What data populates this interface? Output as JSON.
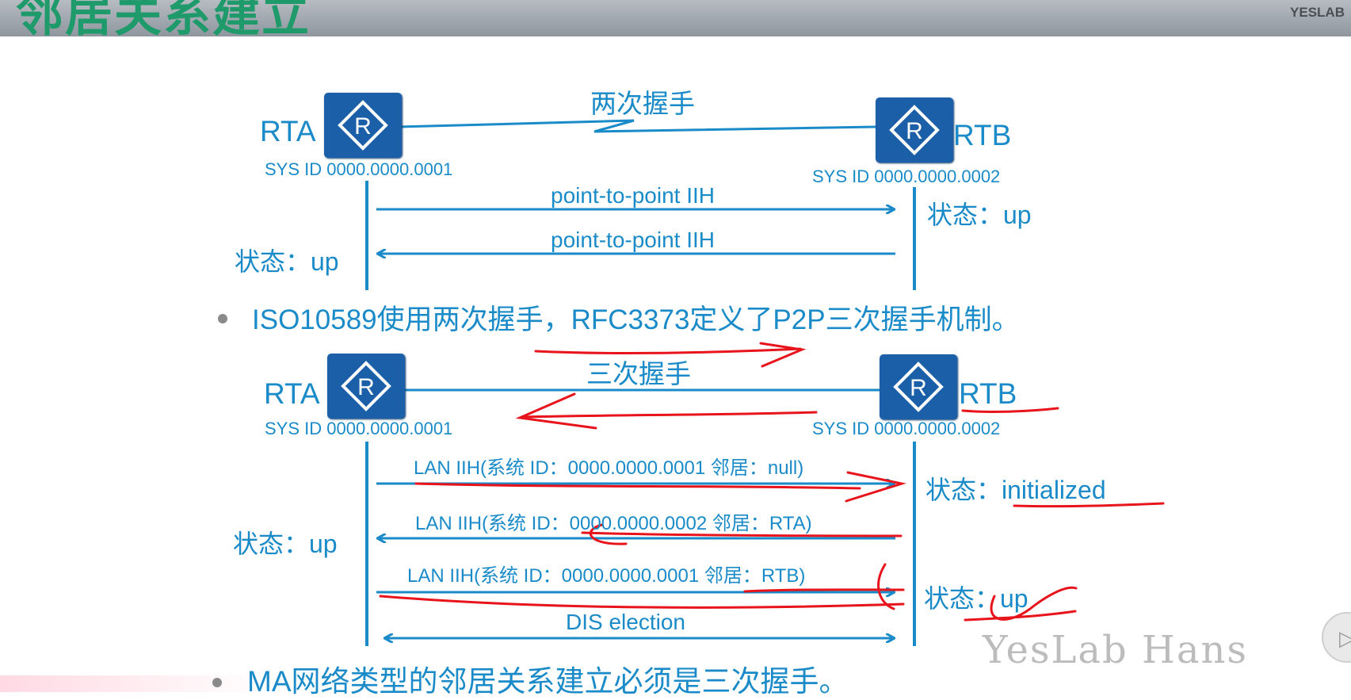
{
  "header": {
    "title": "邻居关系建立",
    "brand": "YESLAB"
  },
  "top_diagram": {
    "router_a": {
      "name": "RTA",
      "sysid": "SYS ID 0000.0000.0001",
      "status": "状态：up"
    },
    "router_b": {
      "name": "RTB",
      "sysid": "SYS ID 0000.0000.0002",
      "status": "状态：up"
    },
    "link_label": "两次握手",
    "messages": [
      "point-to-point IIH",
      "point-to-point IIH"
    ]
  },
  "bullet1": "ISO10589使用两次握手，RFC3373定义了P2P三次握手机制。",
  "bottom_diagram": {
    "router_a": {
      "name": "RTA",
      "sysid": "SYS ID 0000.0000.0001",
      "status": "状态：up"
    },
    "router_b": {
      "name": "RTB",
      "sysid": "SYS ID 0000.0000.0002",
      "status_1": "状态：initialized",
      "status_2": "状态：up"
    },
    "link_label": "三次握手",
    "messages": [
      "LAN IIH(系统 ID：0000.0000.0001 邻居：null)",
      "LAN IIH(系统 ID：0000.0000.0002 邻居：RTA)",
      "LAN IIH(系统 ID：0000.0000.0001 邻居：RTB)",
      "DIS  election"
    ]
  },
  "bullet2": "MA网络类型的邻居关系建立必须是三次握手。",
  "watermark": "YesLab Hans",
  "colors": {
    "accent": "#1a8bc8",
    "router": "#1a5fa8",
    "annotation": "#e8141c",
    "title": "#1f9a6a"
  }
}
